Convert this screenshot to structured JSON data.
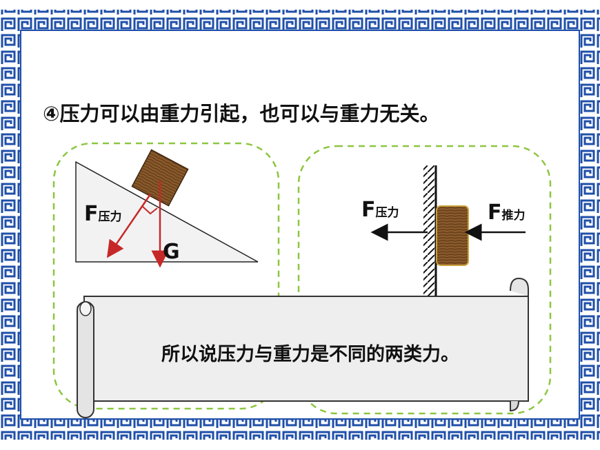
{
  "slide": {
    "title": "④压力可以由重力引起，也可以与重力无关。",
    "conclusion": "所以说压力与重力是不同的两类力。"
  },
  "diagram_left": {
    "force_press_letter": "F",
    "force_press_sub": "压力",
    "gravity_label": "G"
  },
  "diagram_right": {
    "force_press_letter": "F",
    "force_press_sub": "压力",
    "force_push_letter": "F",
    "force_push_sub": "推力"
  },
  "colors": {
    "border_blue": "#1f4fa8",
    "dash_green": "#8cc63f",
    "arrow_red": "#c62828",
    "wood": "#8b5a2b"
  }
}
